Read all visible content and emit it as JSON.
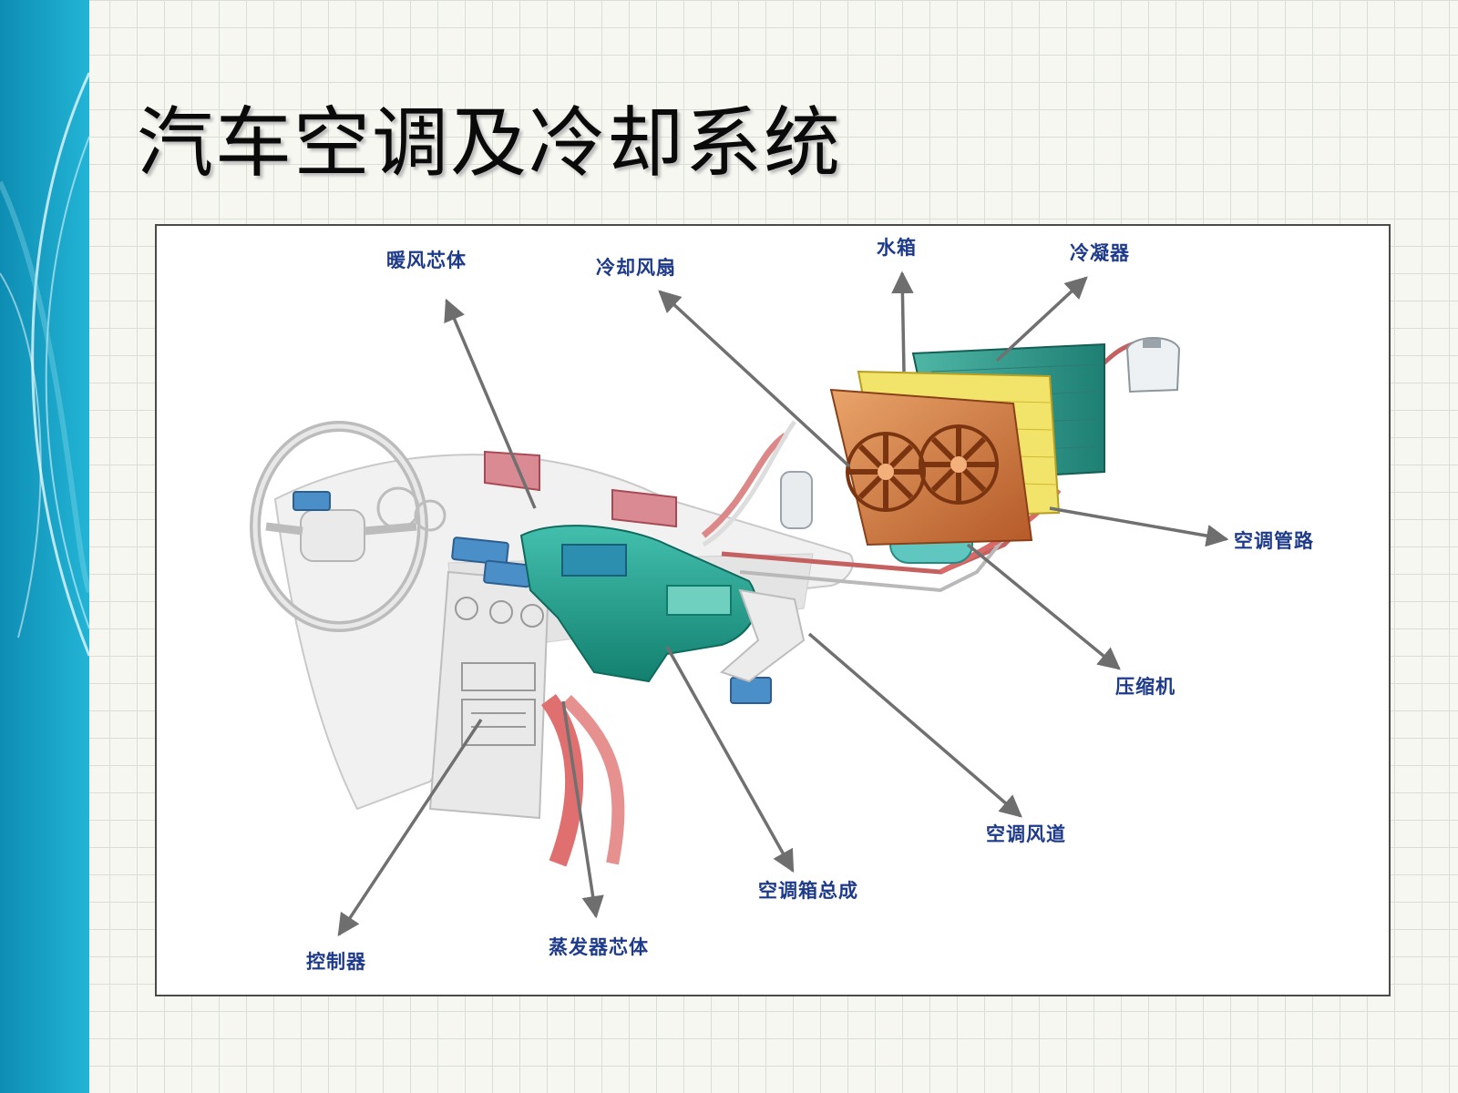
{
  "slide": {
    "title": "汽车空调及冷却系统"
  },
  "diagram": {
    "labels": {
      "heater_core": "暖风芯体",
      "cooling_fan": "冷却风扇",
      "radiator": "水箱",
      "condenser": "冷凝器",
      "ac_pipes": "空调管路",
      "compressor": "压缩机",
      "ac_duct": "空调风道",
      "ac_box_assembly": "空调箱总成",
      "evaporator_core": "蒸发器芯体",
      "controller": "控制器"
    },
    "colors": {
      "label_text": "#1e3a8a",
      "arrow": "#707070",
      "hvac_unit": "#1f9c8c",
      "radiator": "#c8703a",
      "condenser": "#2a9d8f",
      "hot_hose": "#c83a3a"
    }
  },
  "theme": {
    "sidebar_color": "#1aa3c8",
    "grid_color": "#d9ded6"
  }
}
